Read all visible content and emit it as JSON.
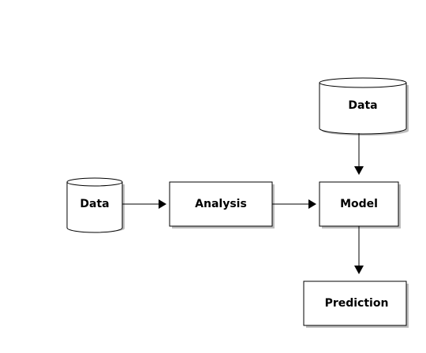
{
  "nodes": {
    "data_left": {
      "label": "Data"
    },
    "analysis": {
      "label": "Analysis"
    },
    "model": {
      "label": "Model"
    },
    "data_top": {
      "label": "Data"
    },
    "prediction": {
      "label": "Prediction"
    }
  },
  "edges": [
    {
      "from": "data_left",
      "to": "analysis"
    },
    {
      "from": "analysis",
      "to": "model"
    },
    {
      "from": "data_top",
      "to": "model"
    },
    {
      "from": "model",
      "to": "prediction"
    }
  ],
  "colors": {
    "stroke": "#000000",
    "fill": "#ffffff",
    "shadow": "#bdbdbd"
  }
}
